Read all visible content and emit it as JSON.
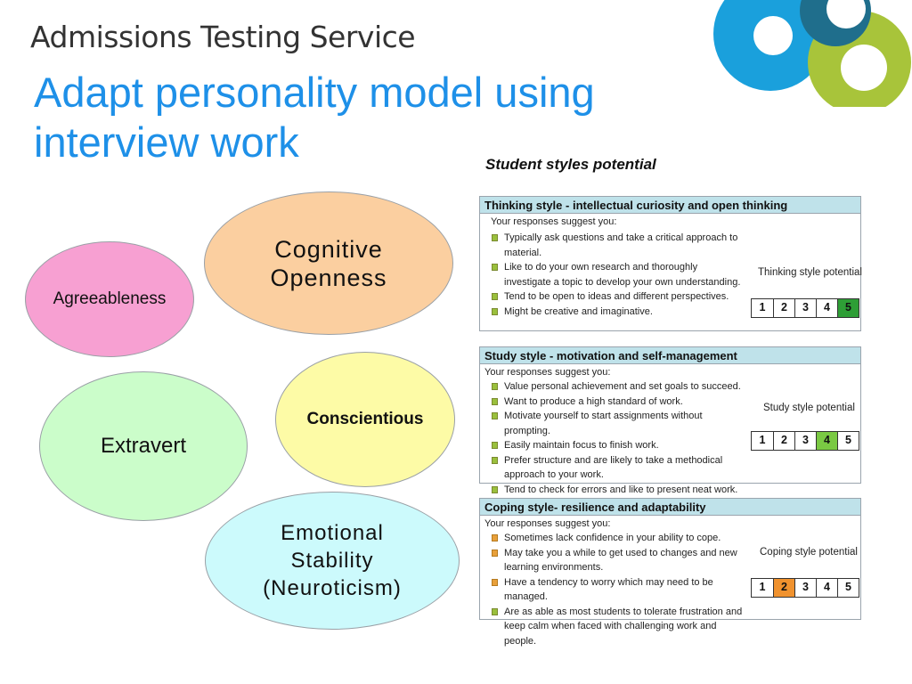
{
  "header": {
    "org": "Admissions Testing Service",
    "title": "Adapt personality model using interview work"
  },
  "traits": {
    "cognitive": "Cognitive Openness",
    "agreeableness": "Agreeableness",
    "conscientious": "Conscientious",
    "extravert": "Extravert",
    "emotional": "Emotional Stability (Neuroticism)"
  },
  "report": {
    "title": "Student styles potential",
    "sections": [
      {
        "heading": "Thinking style - intellectual curiosity and open thinking",
        "intro": "Your responses suggest you:",
        "items": [
          "Typically ask questions and take a critical approach to material.",
          "Like to do your own research and thoroughly investigate a topic to develop your own understanding.",
          "Tend to be open to ideas and different perspectives.",
          "Might be creative and imaginative."
        ],
        "potential_label": "Thinking style potential",
        "scale": [
          "1",
          "2",
          "3",
          "4",
          "5"
        ],
        "selected": 5,
        "highlight": "#2e9e36"
      },
      {
        "heading": "Study style - motivation and self-management",
        "intro": "Your responses suggest you:",
        "items": [
          "Value personal achievement and set goals to succeed.",
          "Want to produce a high standard of work.",
          "Motivate yourself to start assignments without prompting.",
          "Easily maintain focus to finish work.",
          "Prefer structure and are likely to take a methodical approach to your work.",
          "Tend to check for errors and like to present neat work."
        ],
        "potential_label": "Study style potential",
        "scale": [
          "1",
          "2",
          "3",
          "4",
          "5"
        ],
        "selected": 4,
        "highlight": "#7ac943"
      },
      {
        "heading": "Coping style- resilience and adaptability",
        "intro": "Your responses suggest you:",
        "items": [
          "Sometimes lack confidence in your ability to cope.",
          "May take you a while to get used to changes and new learning environments.",
          "Have a tendency to worry which may need to be managed.",
          "Are as able as most students to tolerate frustration and keep calm when faced with challenging work and people."
        ],
        "bullet_colors": [
          "amber",
          "amber",
          "amber",
          "green"
        ],
        "potential_label": "Coping style potential",
        "scale": [
          "1",
          "2",
          "3",
          "4",
          "5"
        ],
        "selected": 2,
        "highlight": "#f0922e"
      }
    ]
  },
  "colors": {
    "title_blue": "#1e90e8",
    "logo_blue": "#1aa0dc",
    "logo_green": "#a8c43a",
    "logo_dark": "#1f6e8c"
  }
}
